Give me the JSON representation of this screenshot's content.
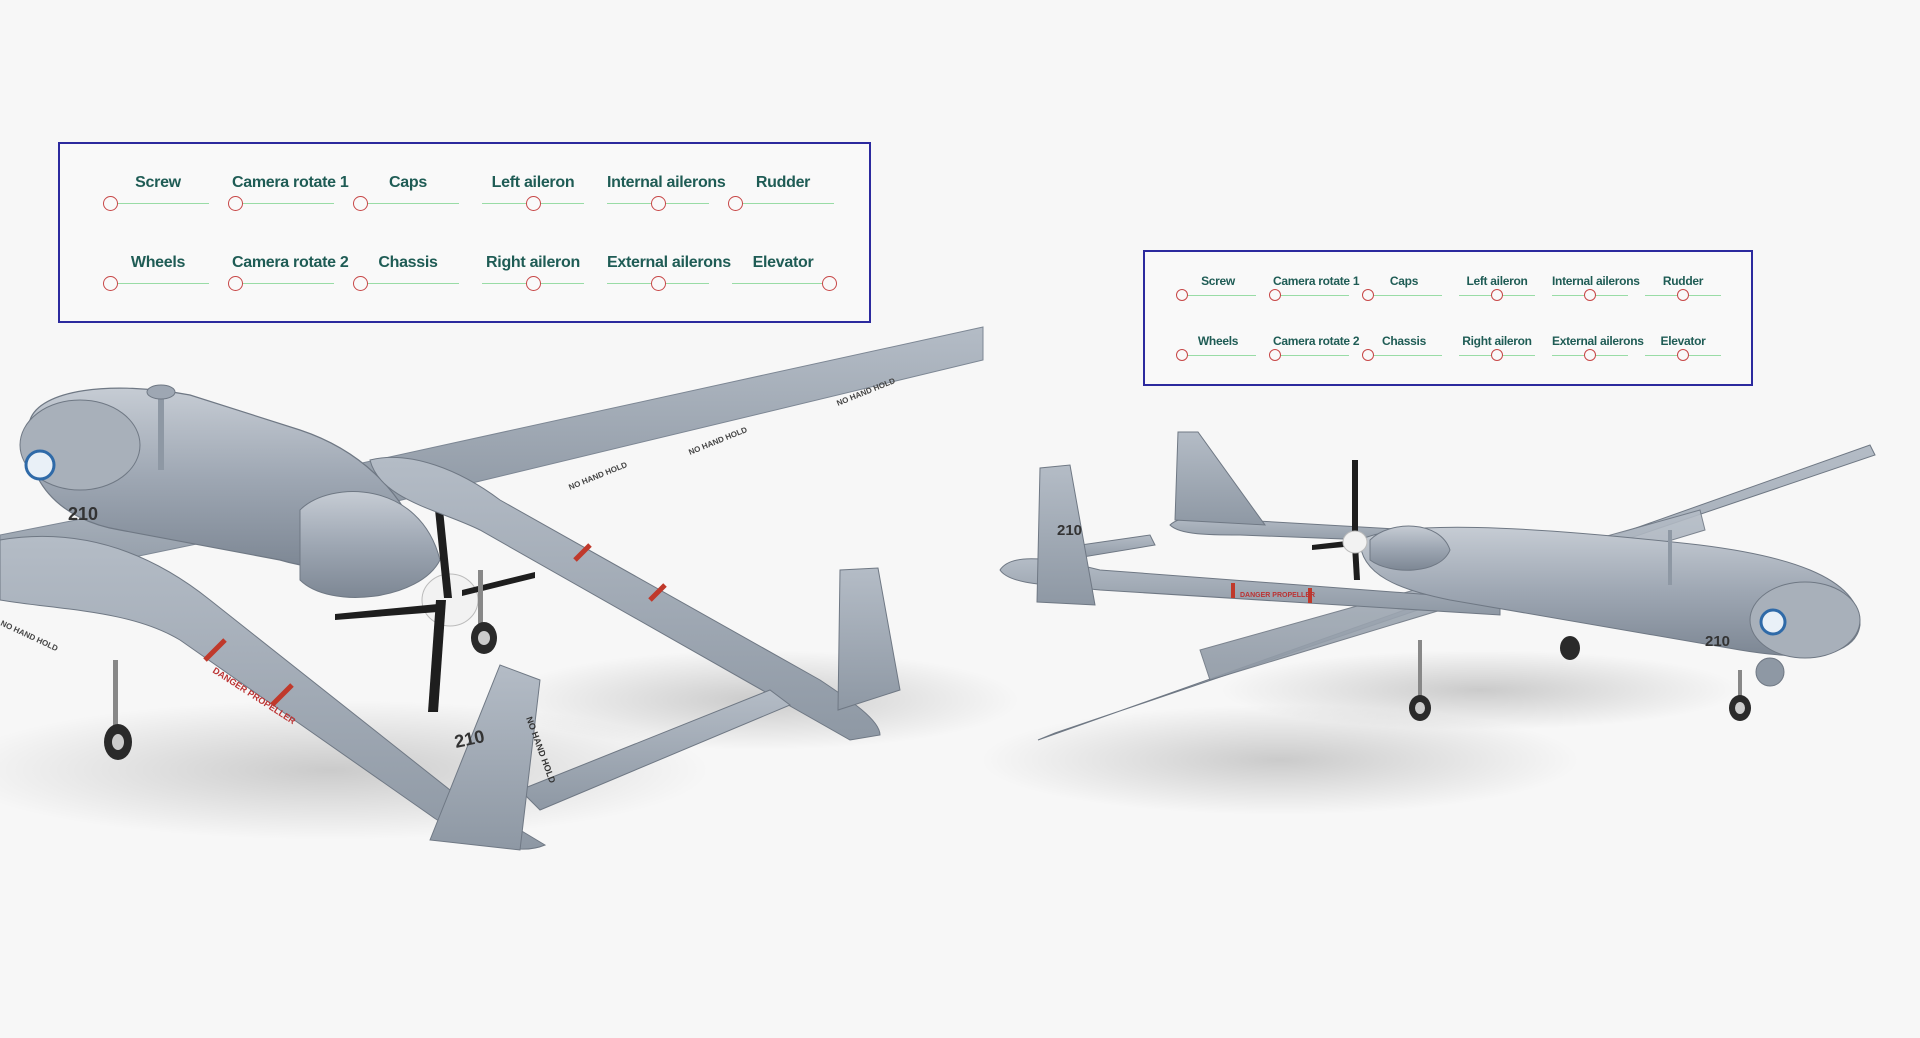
{
  "colors": {
    "panel_border": "#2c2a9e",
    "label_text": "#1f5c55",
    "slider_track": "#99dca6",
    "slider_knob": "#c74747",
    "drone_body": "#9ea7b3",
    "stripe": "#c0392b"
  },
  "controls": {
    "left": [
      {
        "label": "Screw",
        "value": 0
      },
      {
        "label": "Camera rotate 1",
        "value": 0
      },
      {
        "label": "Caps",
        "value": 0
      },
      {
        "label": "Left aileron",
        "value": 0.5
      },
      {
        "label": "Internal ailerons",
        "value": 0.5
      },
      {
        "label": "Rudder",
        "value": 0
      },
      {
        "label": "Wheels",
        "value": 0
      },
      {
        "label": "Camera rotate 2",
        "value": 0
      },
      {
        "label": "Chassis",
        "value": 0
      },
      {
        "label": "Right aileron",
        "value": 0.5
      },
      {
        "label": "External ailerons",
        "value": 0.5
      },
      {
        "label": "Elevator",
        "value": 1
      }
    ],
    "right": [
      {
        "label": "Screw",
        "value": 0
      },
      {
        "label": "Camera rotate 1",
        "value": 0
      },
      {
        "label": "Caps",
        "value": 0
      },
      {
        "label": "Left aileron",
        "value": 0.5
      },
      {
        "label": "Internal ailerons",
        "value": 0.5
      },
      {
        "label": "Rudder",
        "value": 0.5
      },
      {
        "label": "Wheels",
        "value": 0
      },
      {
        "label": "Camera rotate 2",
        "value": 0
      },
      {
        "label": "Chassis",
        "value": 0
      },
      {
        "label": "Right aileron",
        "value": 0.5
      },
      {
        "label": "External ailerons",
        "value": 0.5
      },
      {
        "label": "Elevator",
        "value": 0.5
      }
    ]
  },
  "drone_left": {
    "tail_number": "210",
    "boom_number": "210",
    "warning_boom": "DANGER PROPELLER",
    "wing_text": "NO HAND HOLD",
    "tail_text": "NO HAND HOLD"
  },
  "drone_right": {
    "nose_number": "210",
    "tail_number": "210",
    "warning_boom": "DANGER PROPELLER"
  }
}
